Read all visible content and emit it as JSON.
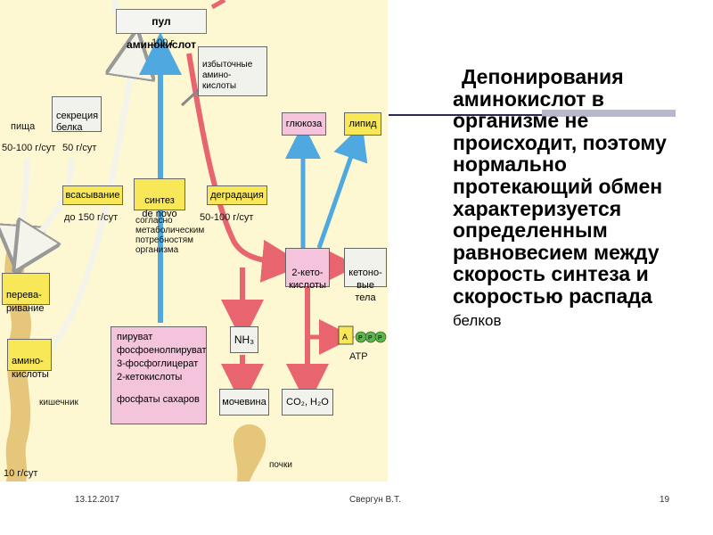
{
  "diagram": {
    "pool": {
      "title": "пул аминокислот",
      "amount": "100 г"
    },
    "excess": "избыточные\nамино-\nкислоты",
    "food": {
      "label": "пища",
      "rate": "50-100 г/сут"
    },
    "secretion": {
      "label": "секреция\nбелка",
      "rate": "50 г/сут"
    },
    "absorption": {
      "label": "всасывание",
      "rate": "до 150 г/сут"
    },
    "synthesis": {
      "label": "синтез\nde novo",
      "note": "согласно\nметаболическим\nпотребностям\nорганизма"
    },
    "degradation": {
      "label": "деградация",
      "rate": "50-100 г/сут"
    },
    "glucose": "глюкоза",
    "lipid": "липид",
    "ketoacids": "2-кето-\nкислоты",
    "ketone_bodies": "кетоно-\nвые тела",
    "digestion": "перева-\nривание",
    "amino_acids": "амино-\nкислоты",
    "intestine": "кишечник",
    "excretion": "10 г/сут",
    "precursors": [
      "пируват",
      "фосфоенолпируват",
      "3-фосфоглицерат",
      "2-кетокислоты",
      "",
      "фосфаты сахаров"
    ],
    "nh3": "NH₃",
    "urea": "мочевина",
    "co2": "CO₂, H₂O",
    "atp": "ATP",
    "atp_glyph": {
      "a": "A",
      "p": "P"
    },
    "kidneys": "почки"
  },
  "text": {
    "main": "Депонирования аминокислот в организме не происходит, поэтому нормально протекающий обмен характеризуется определенным равновесием между скорость синтеза и скоростью распада",
    "tail": "белков"
  },
  "footer": {
    "date": "13.12.2017",
    "author": "Свергун В.Т.",
    "page": "19"
  },
  "colors": {
    "diagram_bg": "#fdf8d2",
    "pink_box": "#f4c3dc",
    "yellow_box": "#f8e858",
    "red_arrow": "#e8646e",
    "blue_arrow": "#50a8e0",
    "tan_flow": "#e6c67a",
    "green_atp": "#58b848"
  }
}
